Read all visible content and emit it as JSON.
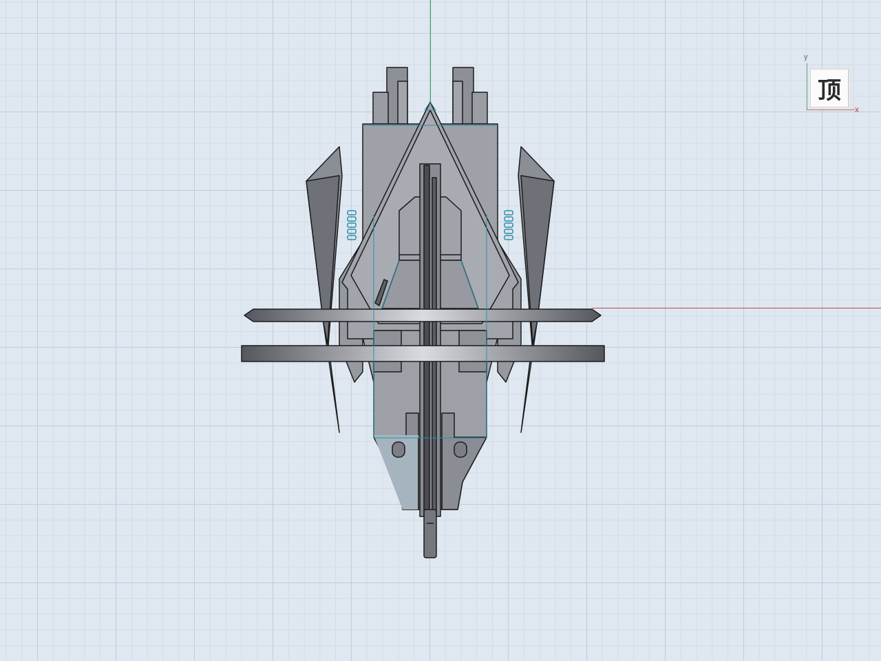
{
  "view_cube": {
    "face_label": "顶",
    "axis_y_label": "y",
    "axis_x_label": "x"
  },
  "axes": {
    "y_color": "#3aa35a",
    "x_color": "#c2484f"
  },
  "model": {
    "body_color": "#9fa1a9",
    "outline_color": "#1b1b1b",
    "edge_highlight_color": "#2a8fa8"
  }
}
